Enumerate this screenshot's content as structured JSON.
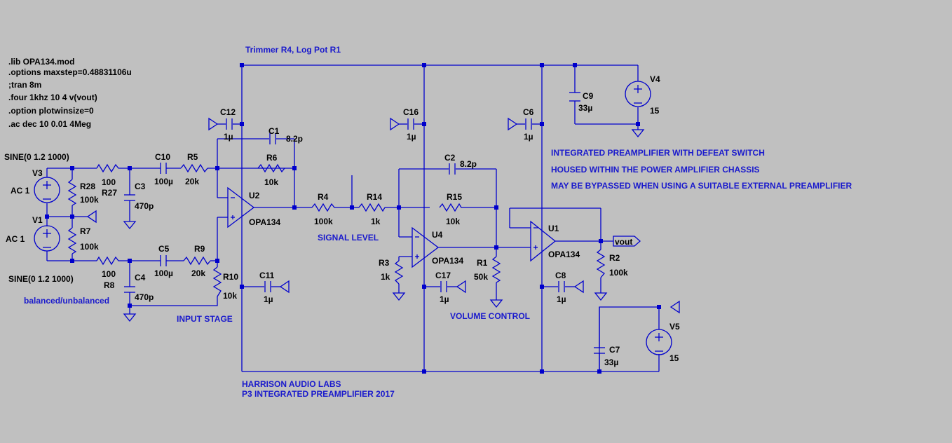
{
  "directives": [
    ".lib OPA134.mod",
    ".options maxstep=0.48831106u",
    ";tran 8m",
    ".four 1khz 10 4 v(vout)",
    ".option plotwinsize=0",
    ".ac dec 10 0.01 4Meg"
  ],
  "notes": {
    "trimmer": "Trimmer R4, Log Pot R1",
    "desc1": "INTEGRATED PREAMPLIFIER WITH DEFEAT SWITCH",
    "desc2": "HOUSED WITHIN THE POWER AMPLIFIER CHASSIS",
    "desc3": "MAY BE BYPASSED WHEN USING A SUITABLE EXTERNAL PREAMPLIFIER",
    "input_stage": "INPUT STAGE",
    "signal_level": "SIGNAL LEVEL",
    "volume_control": "VOLUME CONTROL",
    "balanced": "balanced/unbalanced",
    "credit1": "HARRISON AUDIO LABS",
    "credit2": "P3 INTEGRATED PREAMPLIFIER 2017"
  },
  "sources": {
    "v3_spec": "SINE(0 1.2 1000)",
    "v1_spec": "SINE(0 1.2 1000)",
    "v3_name": "V3",
    "v3_ac": "AC 1",
    "v1_name": "V1",
    "v1_ac": "AC 1",
    "v4_name": "V4",
    "v4_val": "15",
    "v5_name": "V5",
    "v5_val": "15"
  },
  "components": {
    "r28": "R28",
    "r28_val": "100k",
    "r27": "R27",
    "r27_val": "100",
    "r7": "R7",
    "r7_val": "100k",
    "r8": "R8",
    "r8_val": "100",
    "c3": "C3",
    "c3_val": "470p",
    "c4": "C4",
    "c4_val": "470p",
    "c10": "C10",
    "c10_val": "100µ",
    "c5": "C5",
    "c5_val": "100µ",
    "r5": "R5",
    "r5_val": "20k",
    "r9": "R9",
    "r9_val": "20k",
    "r10": "R10",
    "r10_val": "10k",
    "c12": "C12",
    "c12_val": "1µ",
    "c1": "C1",
    "c1_val": "8.2p",
    "r6": "R6",
    "r6_val": "10k",
    "u2": "U2",
    "u2_model": "OPA134",
    "c11": "C11",
    "c11_val": "1µ",
    "r4": "R4",
    "r4_val": "100k",
    "r14": "R14",
    "r14_val": "1k",
    "c16": "C16",
    "c16_val": "1µ",
    "c2": "C2",
    "c2_val": "8.2p",
    "r15": "R15",
    "r15_val": "10k",
    "u4": "U4",
    "u4_model": "OPA134",
    "r3": "R3",
    "r3_val": "1k",
    "c17": "C17",
    "c17_val": "1µ",
    "r1": "R1",
    "r1_val": "50k",
    "c6": "C6",
    "c6_val": "1µ",
    "u1": "U1",
    "u1_model": "OPA134",
    "c8": "C8",
    "c8_val": "1µ",
    "r2": "R2",
    "r2_val": "100k",
    "c9": "C9",
    "c9_val": "33µ",
    "c7": "C7",
    "c7_val": "33µ",
    "vout": "vout"
  },
  "colors": {
    "wire": "#0000cc",
    "annotation": "#1a1acc",
    "text": "#000000",
    "background": "#c0c0c0"
  }
}
